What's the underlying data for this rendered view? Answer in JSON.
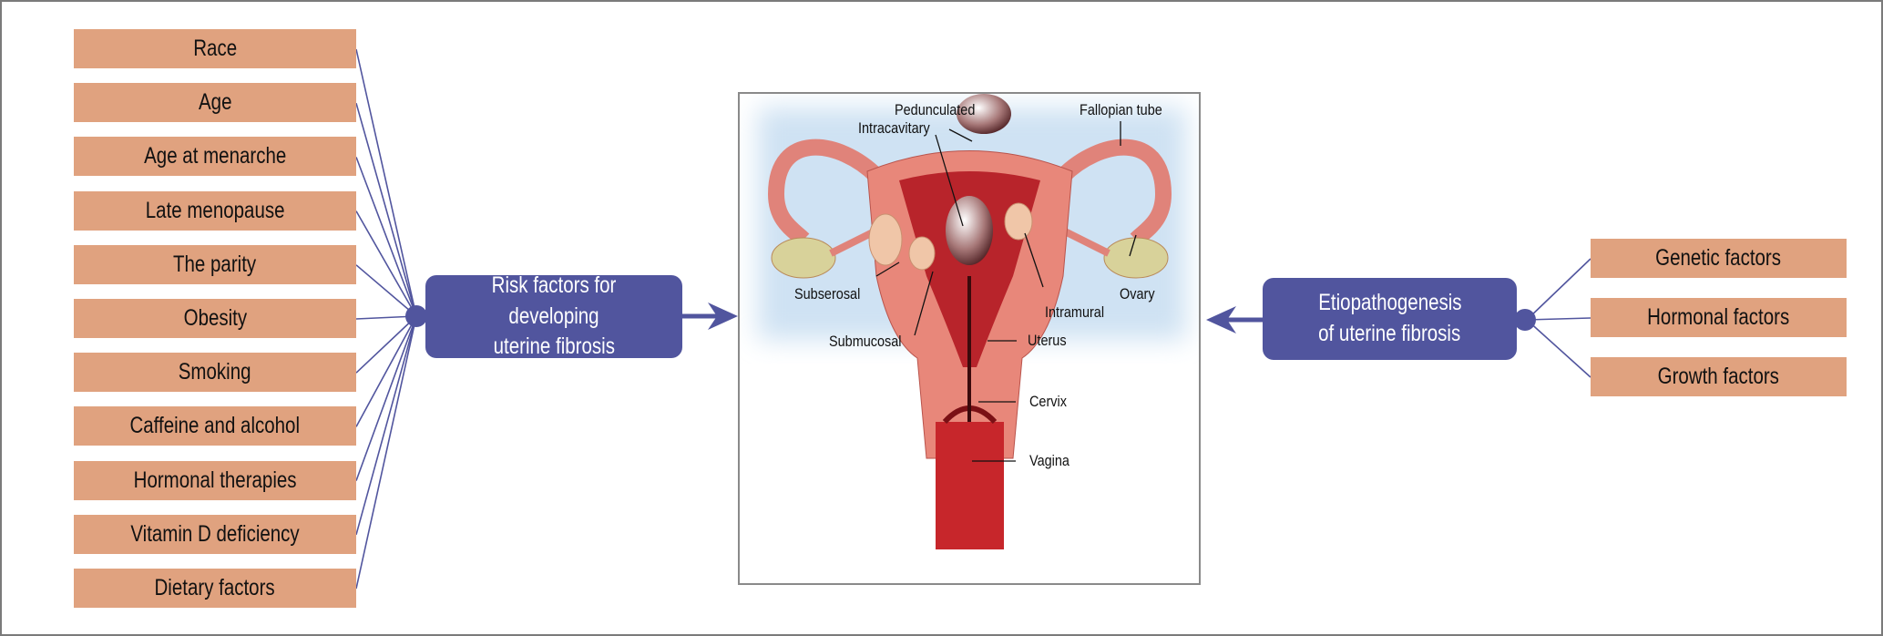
{
  "risk_factors": [
    "Race",
    "Age",
    "Age at menarche",
    "Late menopause",
    "The parity",
    "Obesity",
    "Smoking",
    "Caffeine and alcohol",
    "Hormonal therapies",
    "Vitamin D deficiency",
    "Dietary factors"
  ],
  "risk_hub": {
    "line1": "Risk factors for developing",
    "line2": "uterine fibrosis"
  },
  "etio_hub": {
    "line1": "Etiopathogenesis",
    "line2": "of uterine fibrosis"
  },
  "etio_factors": [
    "Genetic factors",
    "Hormonal factors",
    "Growth factors"
  ],
  "illustration_labels": {
    "pedunculated": "Pedunculated",
    "intracavitary": "Intracavitary",
    "fallopian_tube": "Fallopian tube",
    "subserosal": "Subserosal",
    "ovary": "Ovary",
    "intramural": "Intramural",
    "submucosal": "Submucosal",
    "uterus": "Uterus",
    "cervix": "Cervix",
    "vagina": "Vagina"
  },
  "colors": {
    "box": "#e0a27f",
    "hub": "#51559e",
    "line": "#51559e"
  }
}
